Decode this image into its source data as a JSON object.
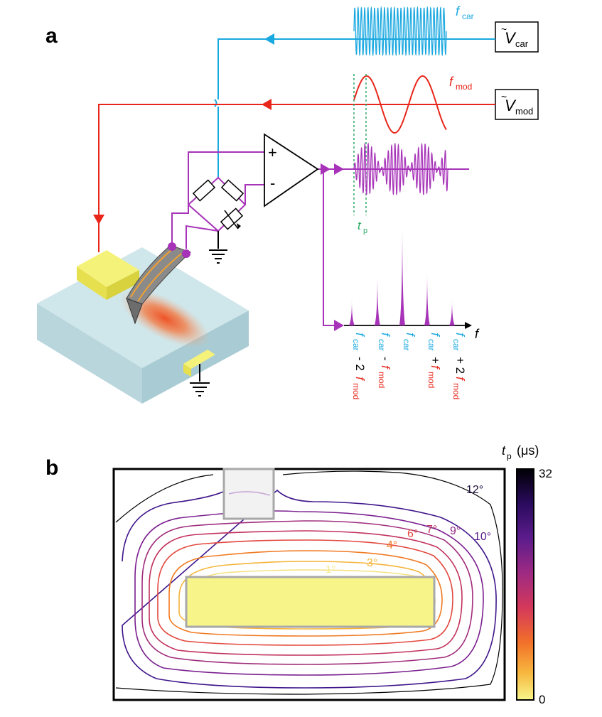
{
  "panels": {
    "a": "a",
    "b": "b"
  },
  "colors": {
    "carrier": "#1aa8e0",
    "modulation": "#e8261a",
    "signal": "#a733b8",
    "tp_marker": "#2eaa66",
    "heater": "#f5f27a",
    "substrate": "#cfe6ea",
    "hotspot": "#f2602a"
  },
  "sources": {
    "carrier": {
      "sym": "V",
      "sub": "car"
    },
    "modulation": {
      "sym": "V",
      "sub": "mod"
    }
  },
  "waveforms": {
    "carrier": {
      "f": "f",
      "sub": "car"
    },
    "modulation": {
      "f": "f",
      "sub": "mod"
    },
    "tp": {
      "t": "t",
      "sub": "p"
    }
  },
  "amplifier": {
    "plus": "+",
    "minus": "-"
  },
  "spectrum": {
    "axis_label": "f",
    "peaks": [
      {
        "car_f": "f",
        "car_sub": "car",
        "op": "- 2",
        "mod_f": "f",
        "mod_sub": "mod"
      },
      {
        "car_f": "f",
        "car_sub": "car",
        "op": "-",
        "mod_f": "f",
        "mod_sub": "mod"
      },
      {
        "car_f": "f",
        "car_sub": "car",
        "op": "",
        "mod_f": "",
        "mod_sub": ""
      },
      {
        "car_f": "f",
        "car_sub": "car",
        "op": "+",
        "mod_f": "f",
        "mod_sub": "mod"
      },
      {
        "car_f": "f",
        "car_sub": "car",
        "op": "+ 2",
        "mod_f": "f",
        "mod_sub": "mod"
      }
    ]
  },
  "contour_map": {
    "colorbar": {
      "title_t": "t",
      "title_sub": "p",
      "title_unit": "(μs)",
      "max_label": "32",
      "min_label": "0"
    },
    "contour_labels": [
      "1°",
      "3°",
      "4°",
      "6°",
      "7°",
      "9°",
      "10°",
      "12°"
    ]
  }
}
